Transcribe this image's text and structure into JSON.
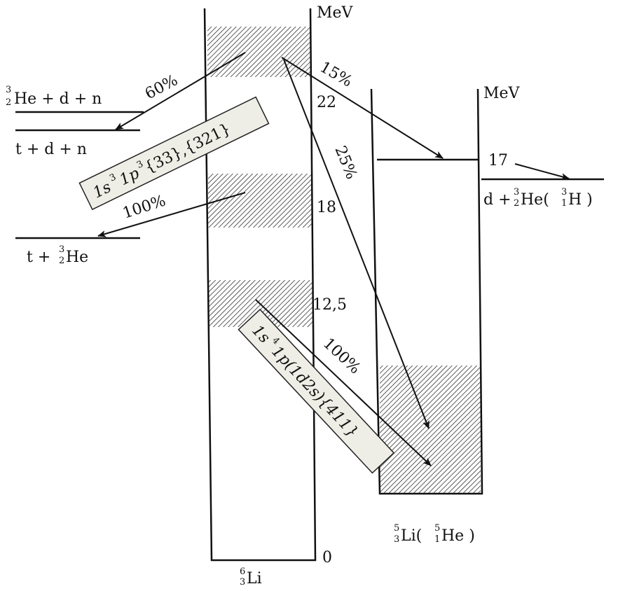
{
  "units": {
    "left": "MeV",
    "right": "MeV"
  },
  "li6": {
    "levels": [
      "22",
      "18",
      "12,5",
      "0"
    ],
    "label": {
      "a": "6",
      "z": "3",
      "sym": "Li"
    }
  },
  "li5": {
    "level": "17",
    "label": {
      "a": "5",
      "z": "3",
      "sym": "Li(",
      "a2": "5",
      "z2": "1",
      "sym2": "He )"
    }
  },
  "channels": {
    "he3dn": {
      "a": "3",
      "z": "2",
      "rest": "He + d + n"
    },
    "tdn": "t + d + n",
    "the3": {
      "pre": "t + ",
      "a": "3",
      "z": "2",
      "sym": "He"
    },
    "dhe3": {
      "pre": "d + ",
      "a": "3",
      "z": "2",
      "sym": "He(",
      "a2": "3",
      "z2": "1",
      "sym2": "H )"
    }
  },
  "percents": {
    "p60": "60%",
    "p100a": "100%",
    "p15": "15%",
    "p25": "25%",
    "p100b": "100%"
  },
  "configs": {
    "c1": {
      "a": "1s",
      "b": "3",
      "c": "1p",
      "d": "3",
      "e": " {33},{321}"
    },
    "c2": {
      "a": "1s",
      "b": "4",
      "c": "1p(1d2s){411}"
    }
  }
}
